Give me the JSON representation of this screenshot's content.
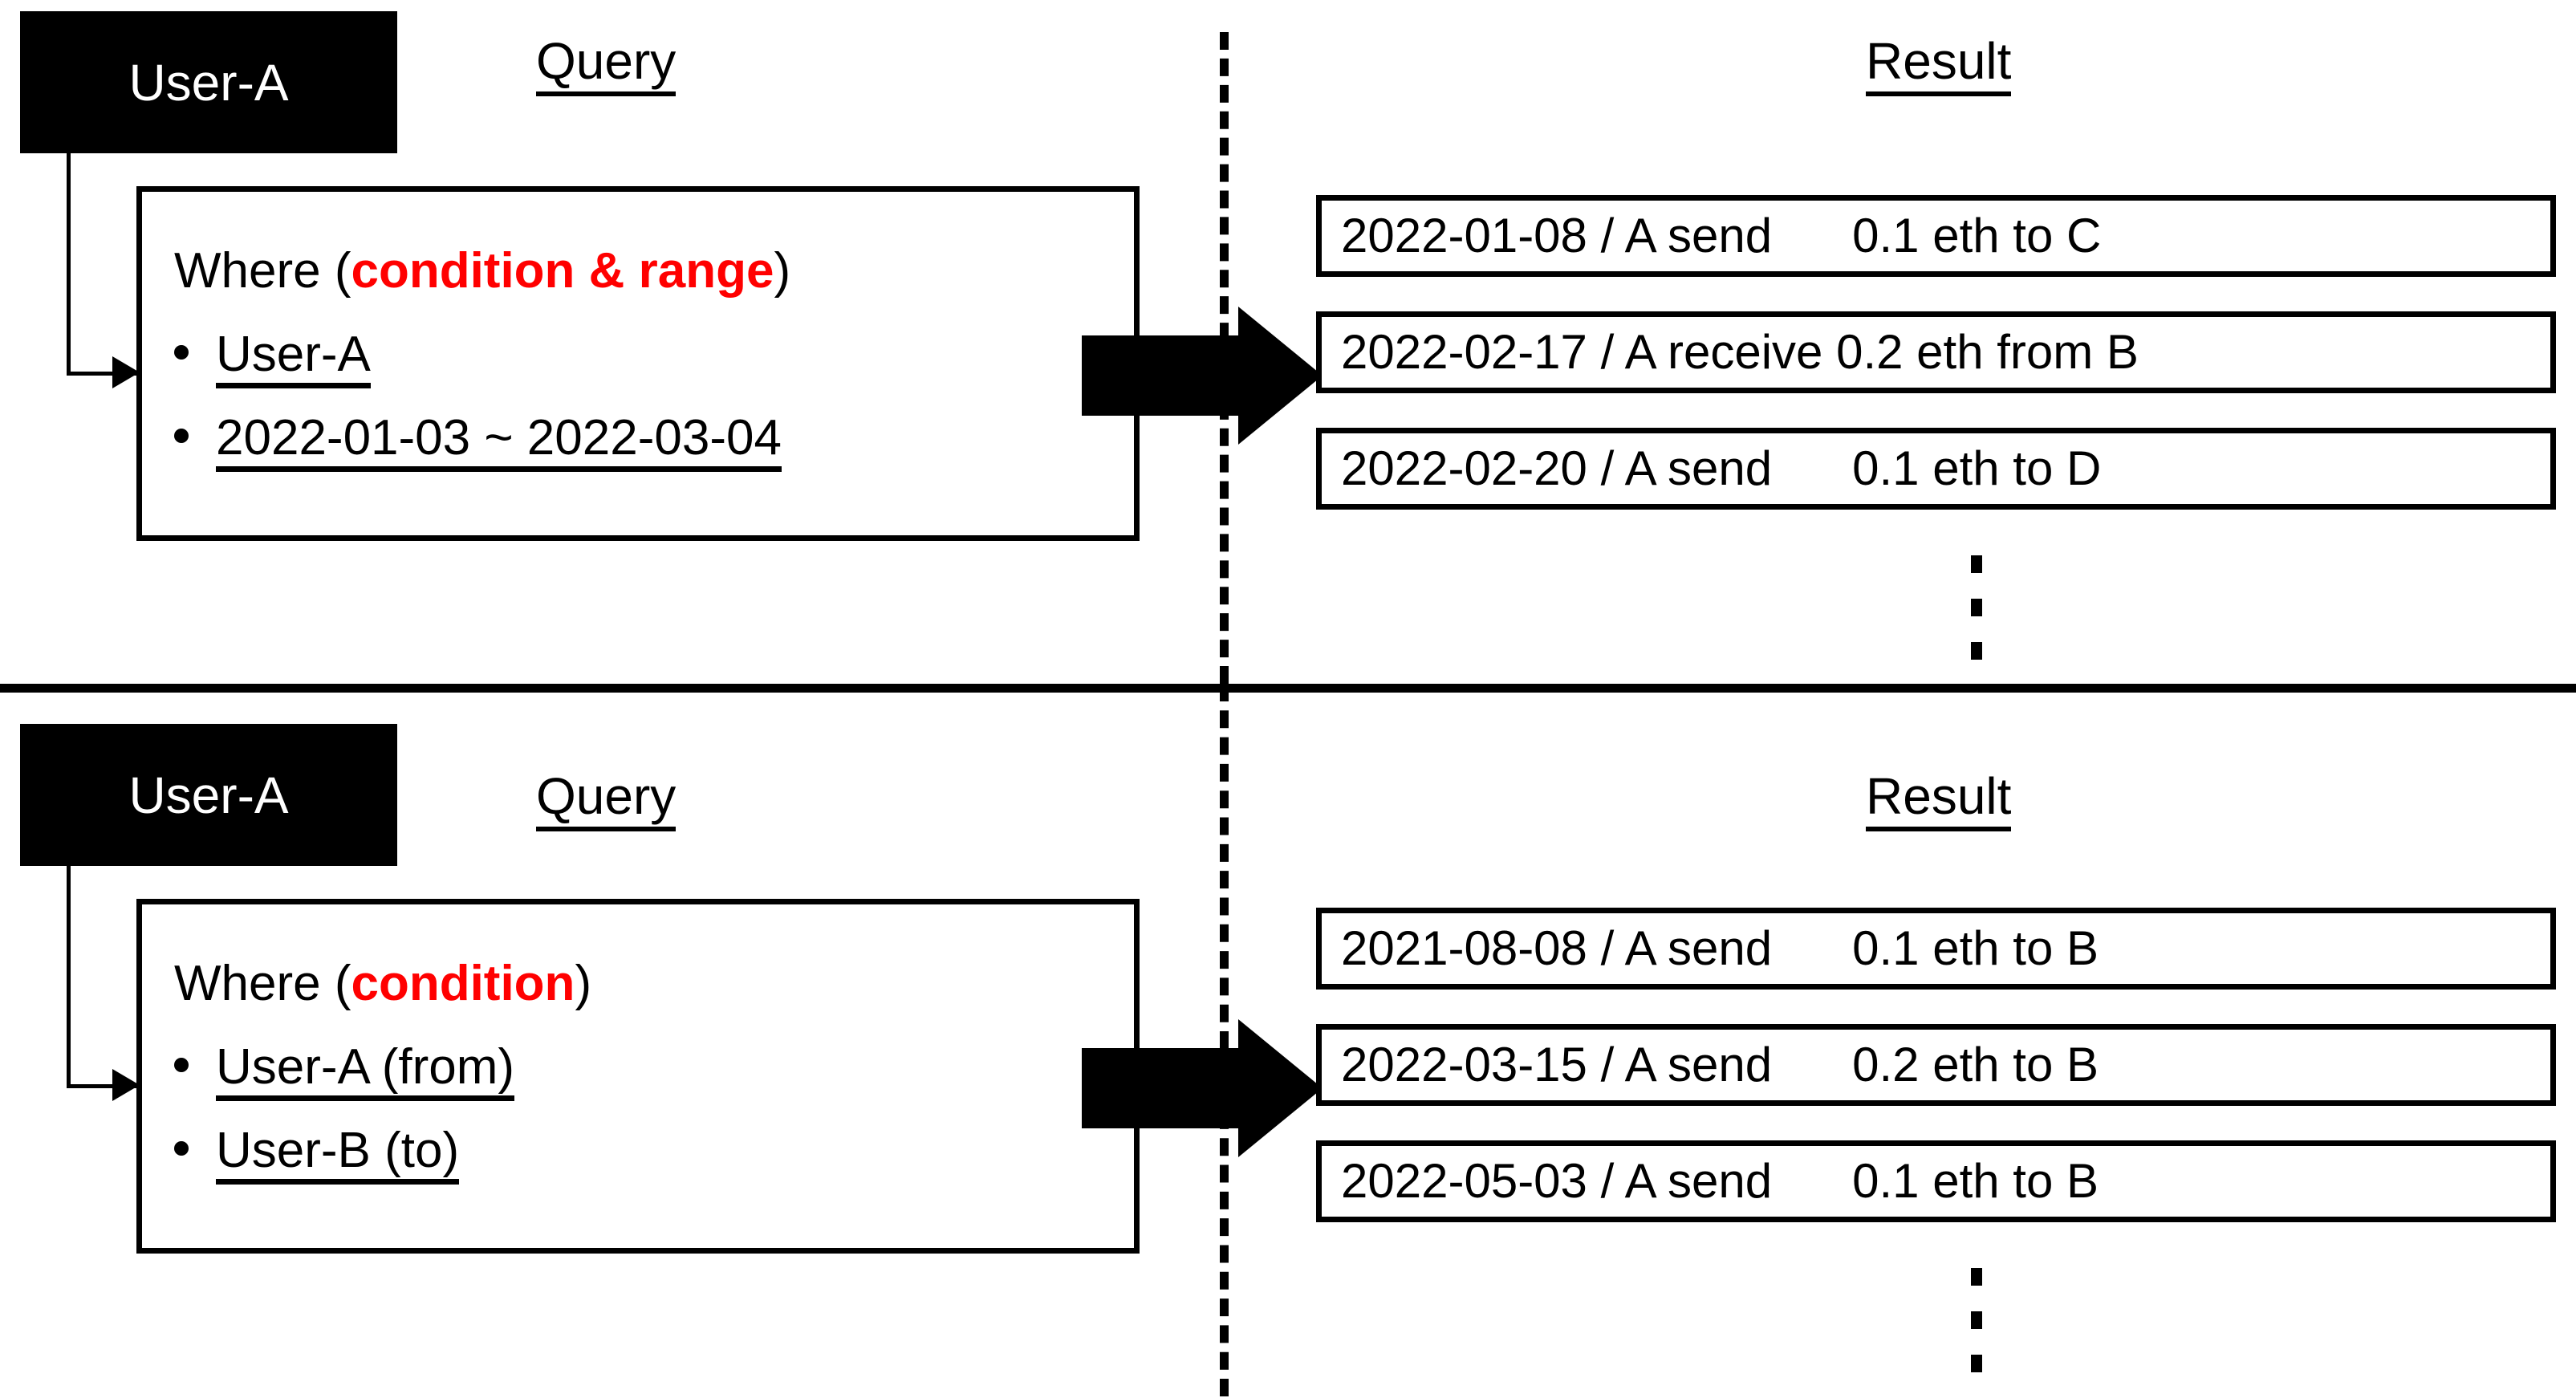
{
  "colors": {
    "accent_red": "#FF0000",
    "ink": "#000000",
    "paper": "#FFFFFF"
  },
  "sections": [
    {
      "id": "with-range",
      "user_badge": "User-A",
      "query_heading": "Query",
      "result_heading": "Result",
      "query": {
        "where_prefix": "Where (",
        "where_highlight": "condition & range",
        "where_suffix": ")",
        "bullets": [
          "User-A",
          "2022-01-03 ~ 2022-03-04"
        ]
      },
      "results": [
        "2022-01-08 / A send      0.1 eth to C",
        "2022-02-17 / A receive 0.2 eth from B",
        "2022-02-20 / A send      0.1 eth to D"
      ],
      "more_indicator": "vertical-ellipsis"
    },
    {
      "id": "condition-only",
      "user_badge": "User-A",
      "query_heading": "Query",
      "result_heading": "Result",
      "query": {
        "where_prefix": "Where (",
        "where_highlight": "condition",
        "where_suffix": ")",
        "bullets": [
          "User-A (from)",
          "User-B (to)"
        ]
      },
      "results": [
        "2021-08-08 / A send      0.1 eth to B",
        "2022-03-15 / A send      0.2 eth to B",
        "2022-05-03 / A send      0.1 eth to B"
      ],
      "more_indicator": "vertical-ellipsis"
    }
  ]
}
